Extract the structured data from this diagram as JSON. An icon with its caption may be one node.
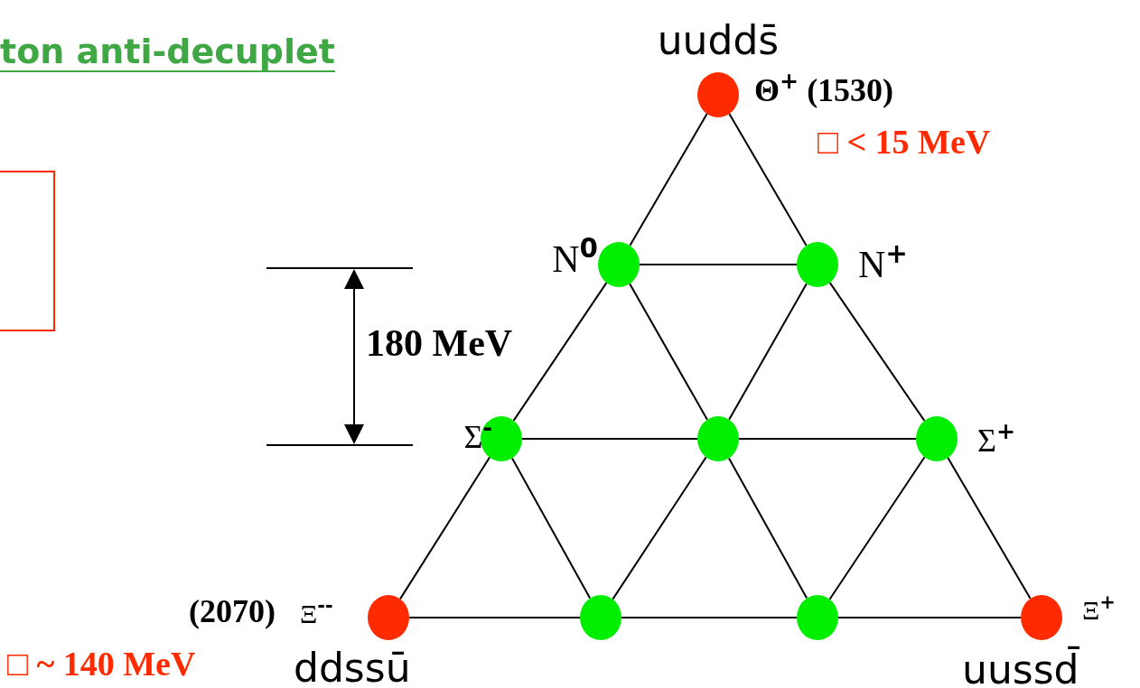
{
  "diagram": {
    "title": "ton anti-decuplet",
    "nodes": [
      {
        "text": [],
        "shape": "circle",
        "beside": [
          "uudds̄",
          "Θ$^{+}$ (1530)",
          "□ < 15 MeV"
        ]
      },
      {
        "text": [],
        "shape": "circle",
        "beside": [
          "N$^{0}$"
        ]
      },
      {
        "text": [],
        "shape": "circle",
        "beside": [
          "N$^{+}$"
        ]
      },
      {
        "text": [],
        "shape": "circle",
        "beside": [
          "Σ$^{-}$"
        ]
      },
      {
        "text": [],
        "shape": "circle"
      },
      {
        "text": [],
        "shape": "circle",
        "beside": [
          "Σ$^{+}$"
        ]
      },
      {
        "text": [],
        "shape": "circle",
        "beside": [
          "(2070)",
          "Ξ$^{--}$",
          "□ ~ 140 MeV",
          "ddssū"
        ]
      },
      {
        "text": [],
        "shape": "circle"
      },
      {
        "text": [],
        "shape": "circle"
      },
      {
        "text": [],
        "shape": "circle",
        "beside": [
          "Ξ$^{+}$",
          "uussd̄"
        ]
      }
    ],
    "edges": [
      {
        "from": 0,
        "to": 1,
        "arrow": "none"
      },
      {
        "from": 0,
        "to": 2,
        "arrow": "none"
      },
      {
        "from": 1,
        "to": 2,
        "arrow": "none"
      },
      {
        "from": 1,
        "to": 3,
        "arrow": "none"
      },
      {
        "from": 1,
        "to": 4,
        "arrow": "none"
      },
      {
        "from": 2,
        "to": 4,
        "arrow": "none"
      },
      {
        "from": 2,
        "to": 5,
        "arrow": "none"
      },
      {
        "from": 3,
        "to": 4,
        "arrow": "none"
      },
      {
        "from": 4,
        "to": 5,
        "arrow": "none"
      },
      {
        "from": 3,
        "to": 6,
        "arrow": "none"
      },
      {
        "from": 3,
        "to": 7,
        "arrow": "none"
      },
      {
        "from": 4,
        "to": 7,
        "arrow": "none"
      },
      {
        "from": 4,
        "to": 8,
        "arrow": "none"
      },
      {
        "from": 5,
        "to": 8,
        "arrow": "none"
      },
      {
        "from": 5,
        "to": 9,
        "arrow": "none"
      },
      {
        "from": 6,
        "to": 7,
        "arrow": "none"
      },
      {
        "from": 7,
        "to": 8,
        "arrow": "none"
      },
      {
        "from": 8,
        "to": 9,
        "arrow": "none"
      }
    ],
    "labels": [
      "180 MeV"
    ]
  }
}
